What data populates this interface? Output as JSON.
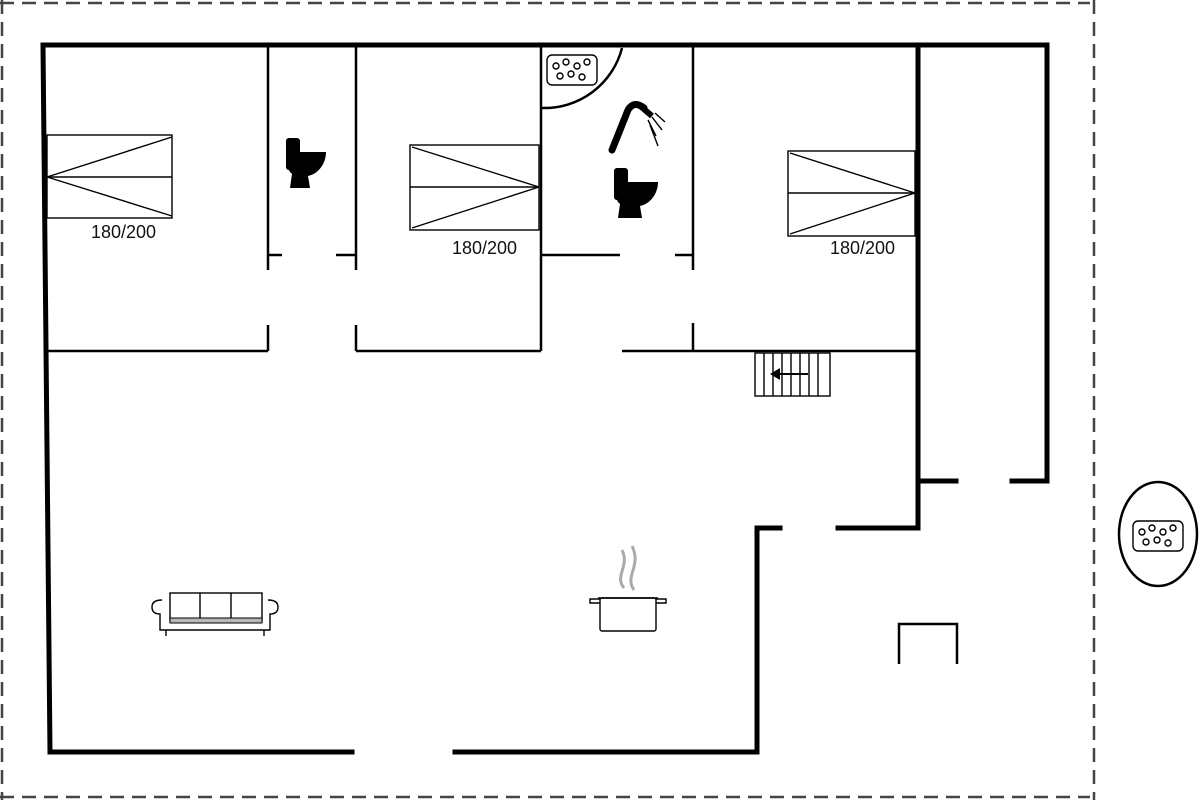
{
  "bed_labels": [
    "180/200",
    "180/200",
    "180/200"
  ],
  "colors": {
    "wall": "#000000",
    "background": "#ffffff",
    "boundary": "#444444",
    "sofa_seat": "#b8b8b8"
  },
  "icons": [
    "bed-icon",
    "toilet-icon",
    "hot-tub-icon",
    "shower-icon",
    "stairs-icon",
    "sofa-icon",
    "cooking-pot-icon",
    "outdoor-hot-tub-icon",
    "fireplace-icon"
  ]
}
